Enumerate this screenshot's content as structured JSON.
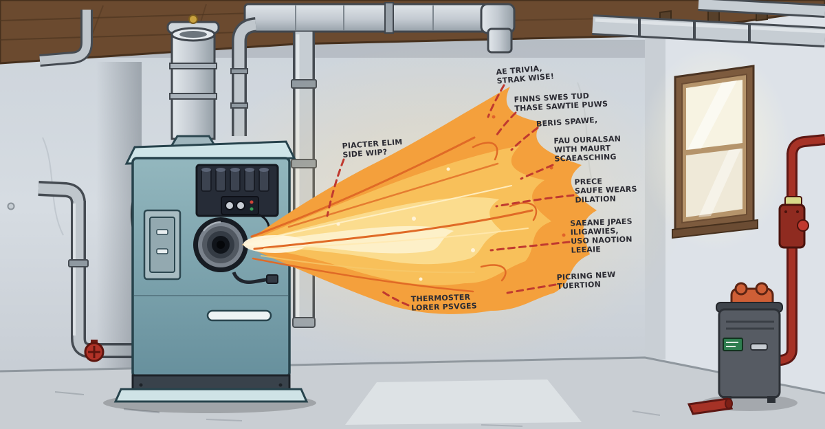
{
  "annotations": [
    {
      "id": "ann-1",
      "text": "AE Trivia,\nStrak Wise!"
    },
    {
      "id": "ann-2",
      "text": "Finns Swes Tud\nThase Sawtie Puws"
    },
    {
      "id": "ann-3",
      "text": "Beris Spawe,"
    },
    {
      "id": "ann-4",
      "text": "Fau Ouralsan\nWith Maurt\nScaeasching"
    },
    {
      "id": "ann-5",
      "text": "Prece\nSaufe Wears\nDilation"
    },
    {
      "id": "ann-6",
      "text": "Saeane Jpaes\nIligawies,\nUso Naotion\nLeeaie"
    },
    {
      "id": "ann-7",
      "text": "Picring New\nTuertion"
    },
    {
      "id": "ann-8",
      "text": "Piacter Elim\nSide Wip?"
    },
    {
      "id": "ann-9",
      "text": "Thermoster\nLorer Psvges"
    }
  ],
  "palette": {
    "wall": "#d2d8de",
    "wall_right": "#dde3e9",
    "ceiling_wood": "#6b4a2f",
    "floor": "#c9ced3",
    "furnace_teal": "#7da6b0",
    "flame_outer": "#f4a03c",
    "flame_mid": "#f8c05a",
    "flame_inner": "#fbdc8e",
    "flame_core": "#fdf0c8",
    "annotation_line": "#c0392f",
    "red_pipe": "#a63226"
  }
}
